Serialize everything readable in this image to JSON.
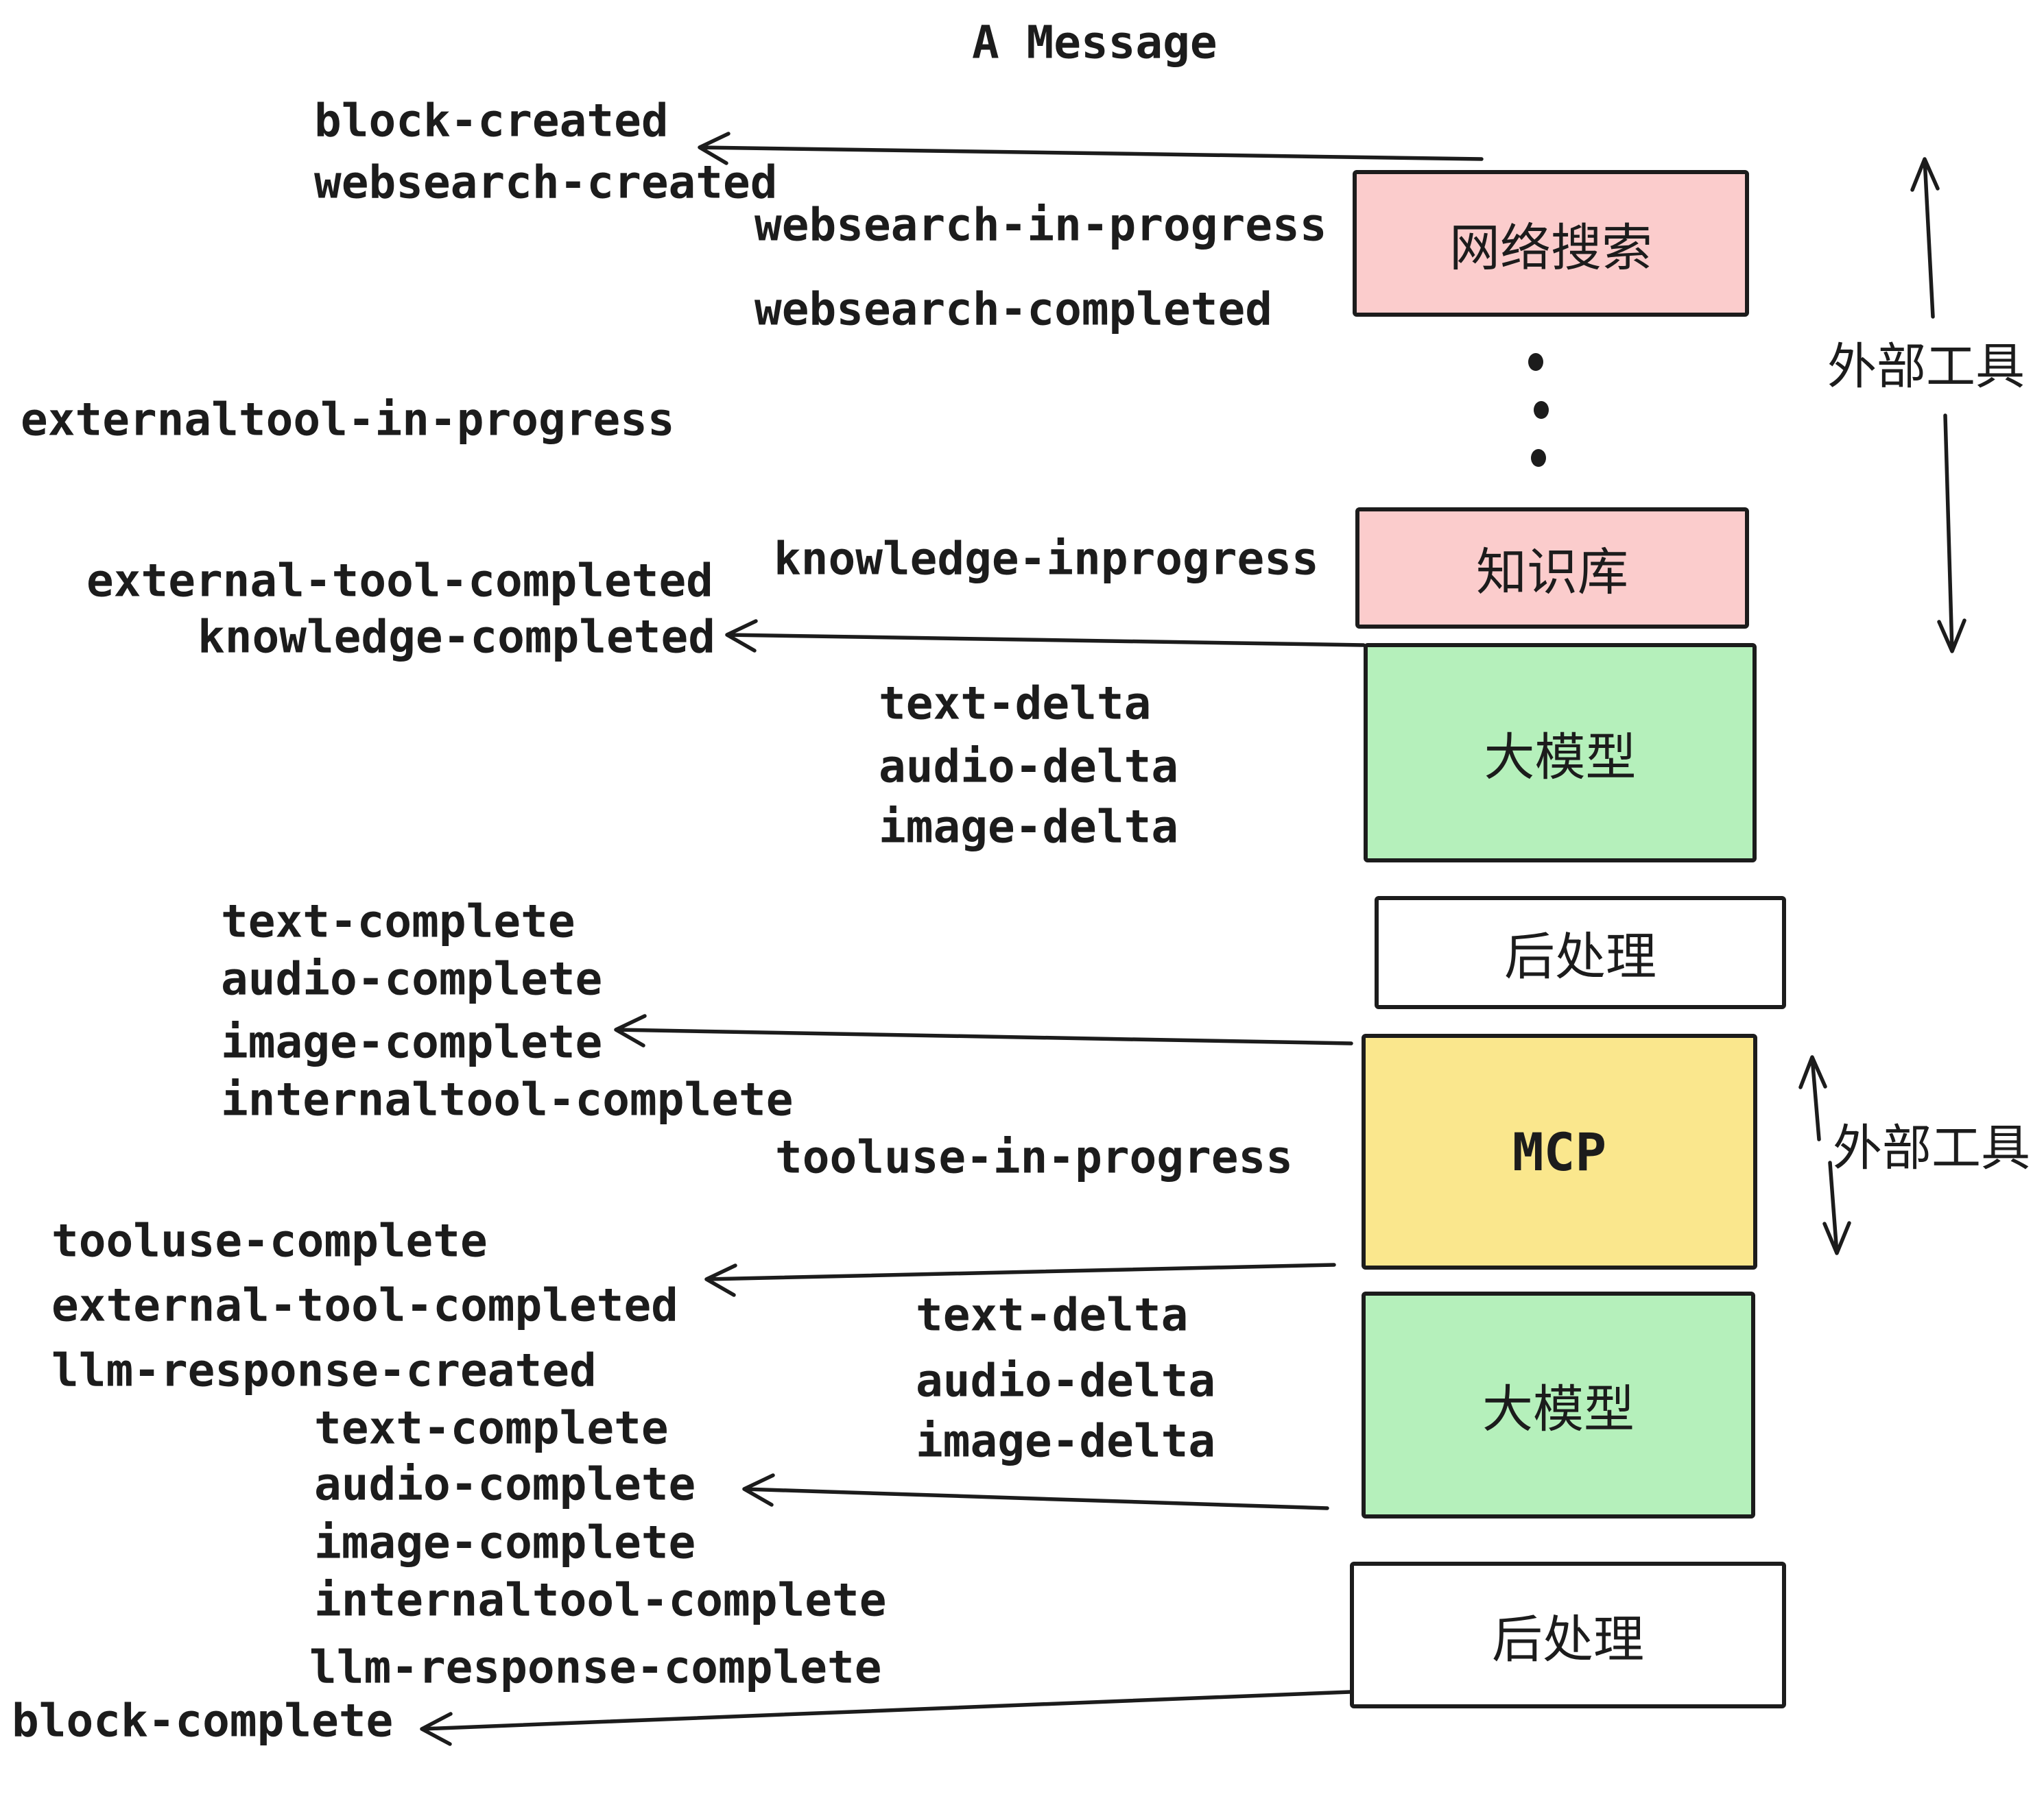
{
  "title": "A Message",
  "colors": {
    "ink": "#1c1c1c",
    "box_pink": "#fbcccc",
    "box_green": "#b5f0bb",
    "box_yellow": "#fae78d",
    "box_white": "#ffffff",
    "background": "#ffffff"
  },
  "events": [
    "block-created",
    "websearch-created",
    "websearch-in-progress",
    "websearch-completed",
    "externaltool-in-progress",
    "knowledge-inprogress",
    "external-tool-completed",
    "knowledge-completed",
    "text-delta",
    "audio-delta",
    "image-delta",
    "text-complete",
    "audio-complete",
    "image-complete",
    "internaltool-complete",
    "tooluse-in-progress",
    "tooluse-complete",
    "external-tool-completed",
    "llm-response-created",
    "text-complete",
    "audio-complete",
    "image-complete",
    "internaltool-complete",
    "llm-response-complete",
    "block-complete",
    "text-delta",
    "audio-delta",
    "image-delta"
  ],
  "boxes": [
    {
      "label": "网络搜索",
      "fill": "pink"
    },
    {
      "label": "知识库",
      "fill": "pink"
    },
    {
      "label": "大模型",
      "fill": "green"
    },
    {
      "label": "后处理",
      "fill": "white"
    },
    {
      "label": "MCP",
      "fill": "yellow"
    },
    {
      "label": "大模型",
      "fill": "green"
    },
    {
      "label": "后处理",
      "fill": "white"
    }
  ],
  "side_labels": [
    "外部工具",
    "外部工具"
  ]
}
